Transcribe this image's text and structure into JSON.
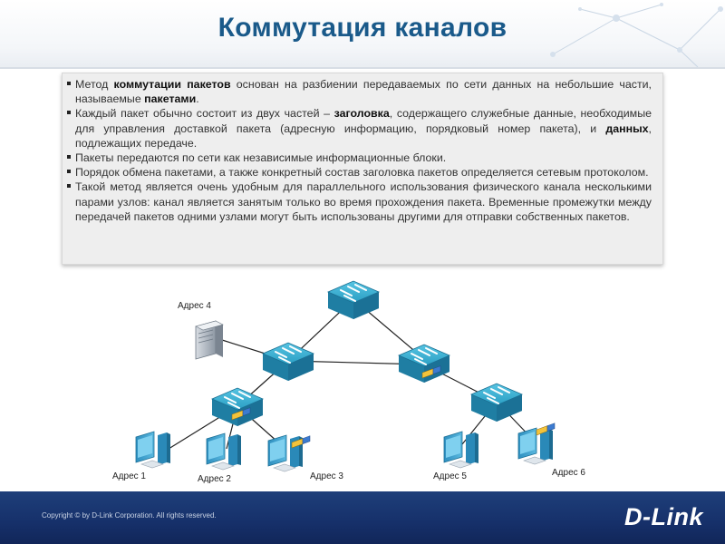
{
  "title": "Коммутация каналов",
  "bullets": [
    {
      "parts": [
        {
          "t": "Метод "
        },
        {
          "t": "коммутации пакетов",
          "b": true
        },
        {
          "t": " основан на разбиении передаваемых по сети данных на небольшие части, называемые "
        },
        {
          "t": "пакетами",
          "b": true
        },
        {
          "t": "."
        }
      ]
    },
    {
      "parts": [
        {
          "t": "Каждый пакет обычно состоит из двух частей – "
        },
        {
          "t": "заголовка",
          "b": true
        },
        {
          "t": ", содержащего служебные данные, необходимые для управления доставкой пакета (адресную информацию, порядковый номер пакета), и "
        },
        {
          "t": "данных",
          "b": true
        },
        {
          "t": ", подлежащих передаче."
        }
      ]
    },
    {
      "parts": [
        {
          "t": "Пакеты передаются по сети как независимые информационные блоки."
        }
      ]
    },
    {
      "parts": [
        {
          "t": "Порядок обмена пакетами, а также конкретный состав заголовка пакетов определяется сетевым протоколом."
        }
      ]
    },
    {
      "parts": [
        {
          "t": "Такой метод является очень удобным для параллельного использования физического канала несколькими парами узлов: канал является занятым только во время прохождения пакета. Временные промежутки между передачей пакетов одними узлами могут быть использованы другими для отправки собственных пакетов."
        }
      ]
    }
  ],
  "labels": {
    "a1": "Адрес 1",
    "a2": "Адрес 2",
    "a3": "Адрес 3",
    "a4": "Адрес 4",
    "a5": "Адрес 5",
    "a6": "Адрес 6"
  },
  "footer": {
    "copyright": "Copyright © by D-Link Corporation. All rights reserved.",
    "logo": "D-Link"
  },
  "colors": {
    "title": "#1a5a8a",
    "switch": "#2aa3c7",
    "footer": "#16306a"
  }
}
